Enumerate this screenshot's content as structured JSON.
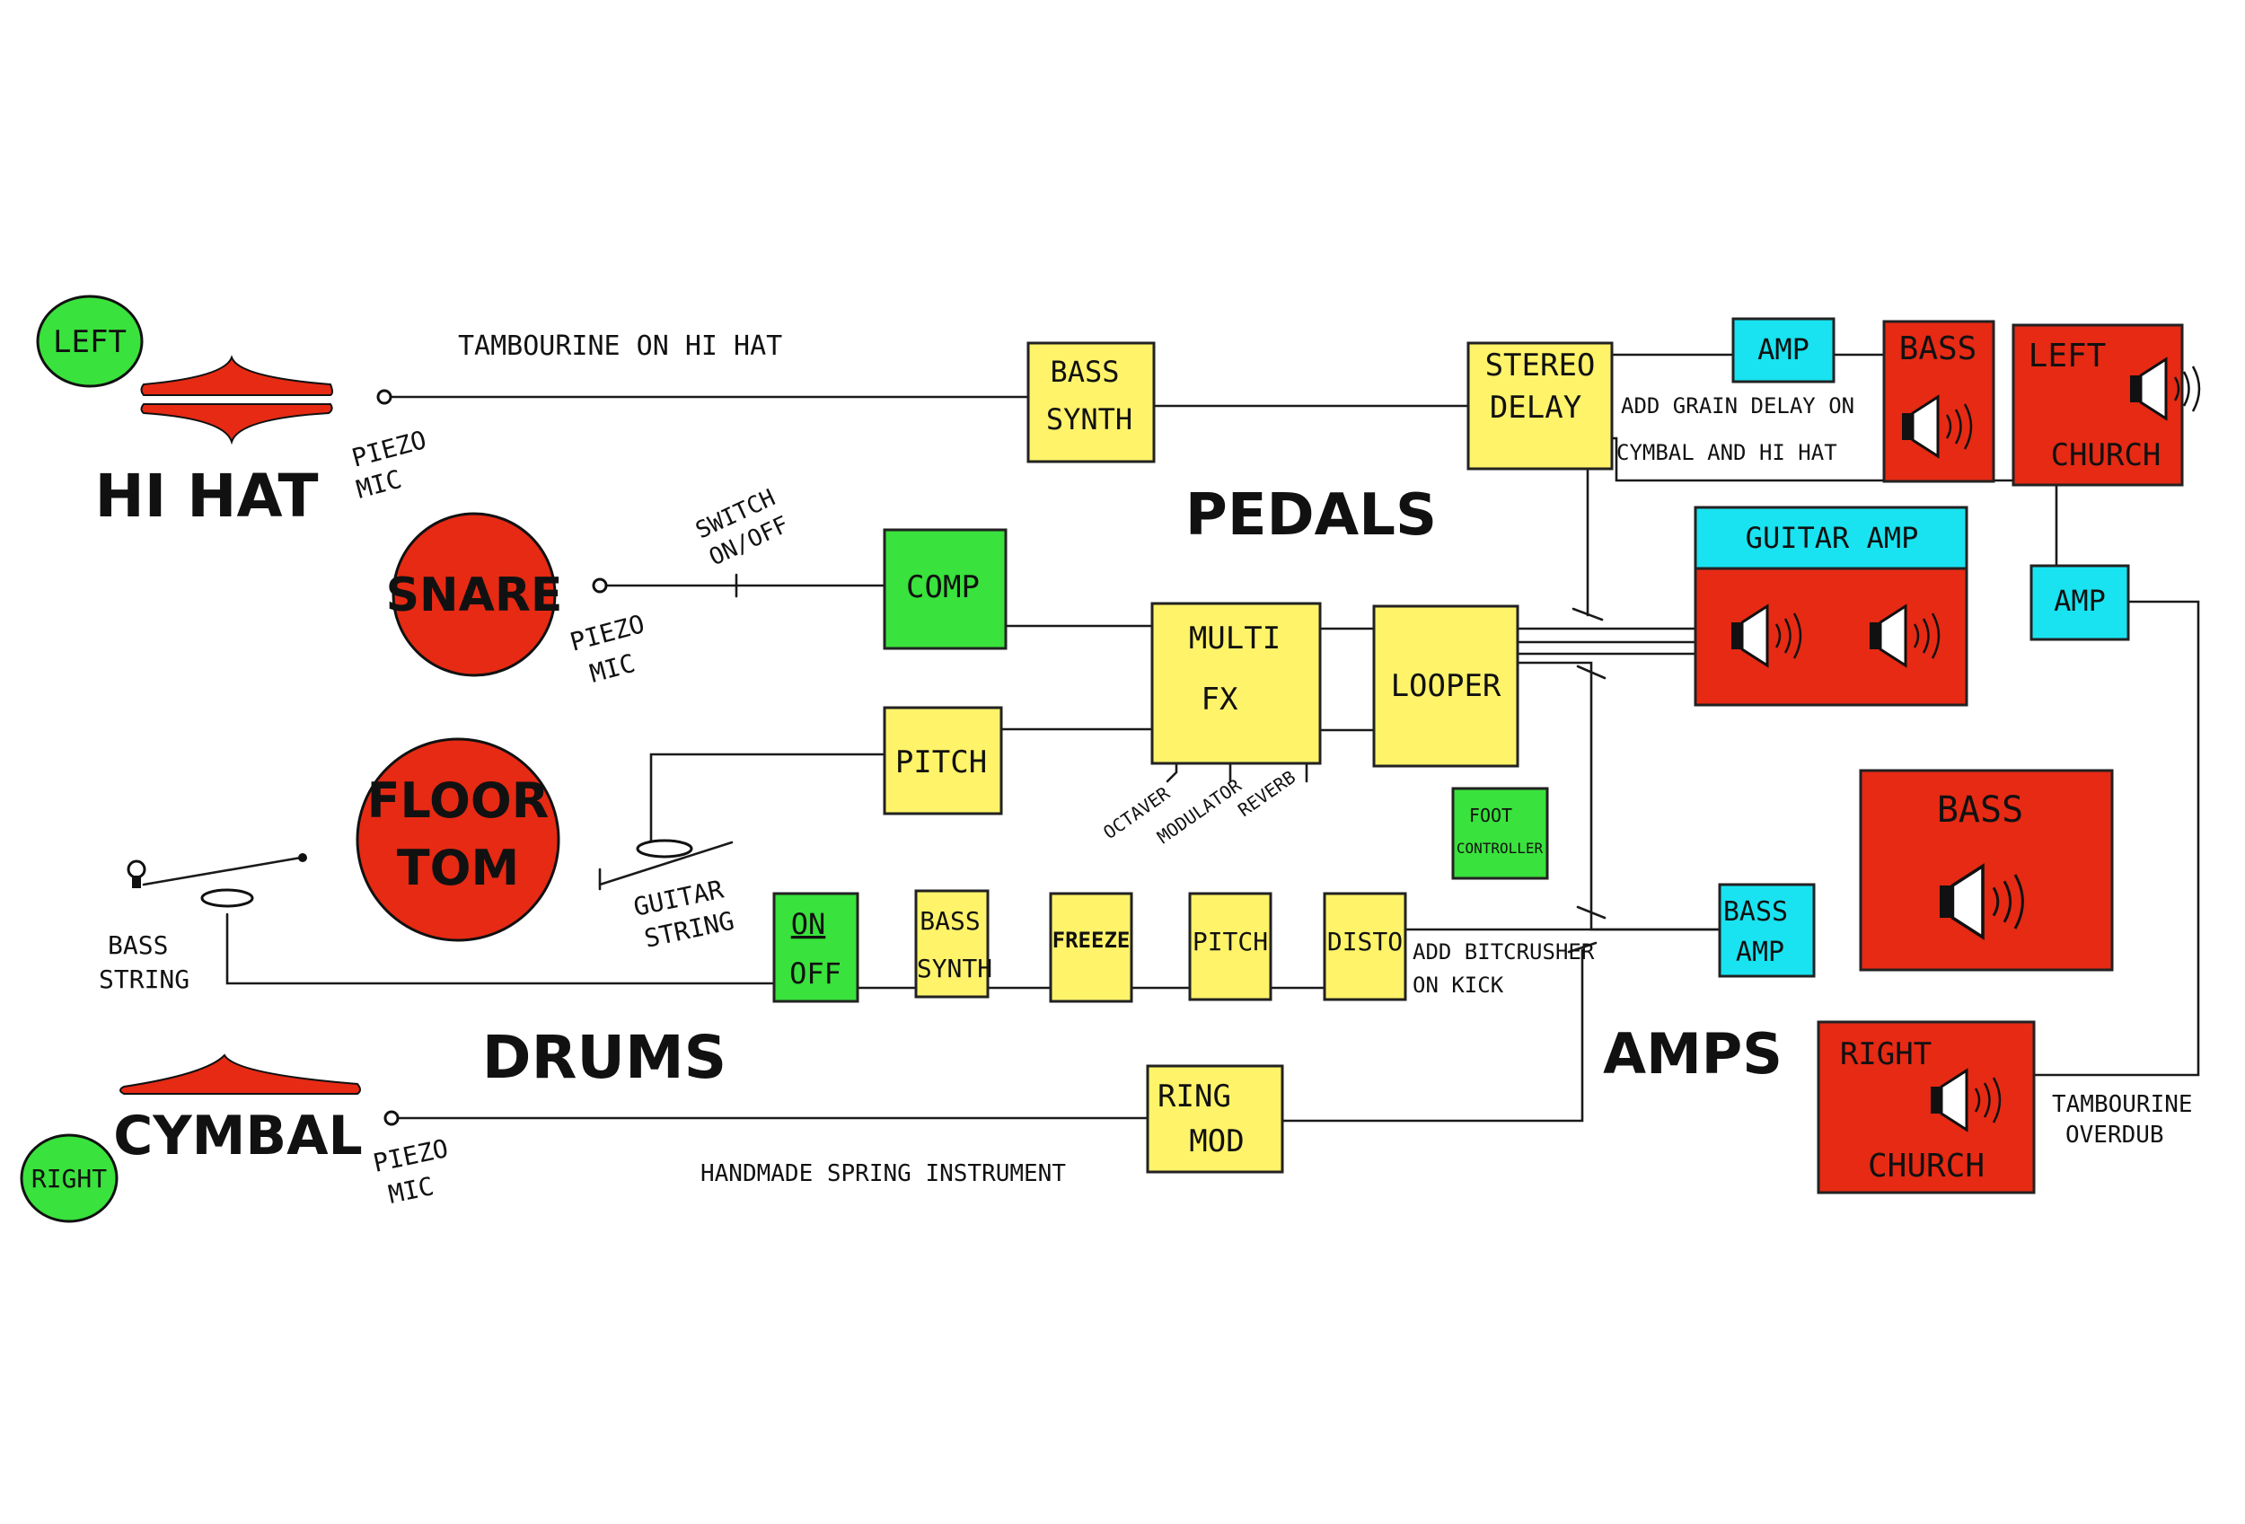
{
  "colors": {
    "yellow": "#fff36a",
    "green": "#39e23c",
    "red": "#e62a14",
    "cyan": "#19e3f0",
    "ink": "#111111"
  },
  "sections": {
    "drums": "DRUMS",
    "pedals": "PEDALS",
    "amps": "AMPS"
  },
  "drums": {
    "left_badge": "LEFT",
    "right_badge": "RIGHT",
    "hihat": "HI HAT",
    "snare": "SNARE",
    "floor_tom_line1": "FLOOR",
    "floor_tom_line2": "TOM",
    "cymbal": "CYMBAL"
  },
  "labels": {
    "piezo_mic_1": "PIEZO",
    "piezo_mic_1b": "MIC",
    "piezo_mic_2": "PIEZO",
    "piezo_mic_2b": "MIC",
    "piezo_mic_3": "PIEZO",
    "piezo_mic_3b": "MIC",
    "tambourine_hihat": "TAMBOURINE ON HI HAT",
    "switch_1": "SWITCH",
    "switch_2": "ON/OFF",
    "guitar_string_1": "GUITAR",
    "guitar_string_2": "STRING",
    "bass_string_1": "BASS",
    "bass_string_2": "STRING",
    "handmade_spring": "HANDMADE SPRING INSTRUMENT",
    "grain_delay_1": "ADD GRAIN DELAY ON",
    "grain_delay_2": "CYMBAL AND HI HAT",
    "bitcrusher_1": "ADD BITCRUSHER",
    "bitcrusher_2": "ON KICK",
    "tambourine_overdub_1": "TAMBOURINE",
    "tambourine_overdub_2": "OVERDUB",
    "octaver": "OCTAVER",
    "modulator": "MODULATOR",
    "reverb": "REVERB"
  },
  "pedals": {
    "bass_synth_top_1": "BASS",
    "bass_synth_top_2": "SYNTH",
    "stereo_delay_1": "STEREO",
    "stereo_delay_2": "DELAY",
    "comp": "COMP",
    "multi_fx_1": "MULTI",
    "multi_fx_2": "FX",
    "looper": "LOOPER",
    "pitch_top": "PITCH",
    "foot_controller_1": "FOOT",
    "foot_controller_2": "CONTROLLER",
    "on_off_1": "ON",
    "on_off_2": "OFF",
    "bass_synth_bottom_1": "BASS",
    "bass_synth_bottom_2": "SYNTH",
    "freeze": "FREEZE",
    "pitch_bottom": "PITCH",
    "disto": "DISTO",
    "ring_mod_1": "RING",
    "ring_mod_2": "MOD"
  },
  "amps": {
    "amp_top": "AMP",
    "amp_right": "AMP",
    "bass_amp_1": "BASS",
    "bass_amp_2": "AMP",
    "guitar_amp": "GUITAR AMP",
    "bass_cab_top": "BASS",
    "left_church_1": "LEFT",
    "left_church_2": "CHURCH",
    "bass_cab_big": "BASS",
    "right_church_1": "RIGHT",
    "right_church_2": "CHURCH"
  }
}
